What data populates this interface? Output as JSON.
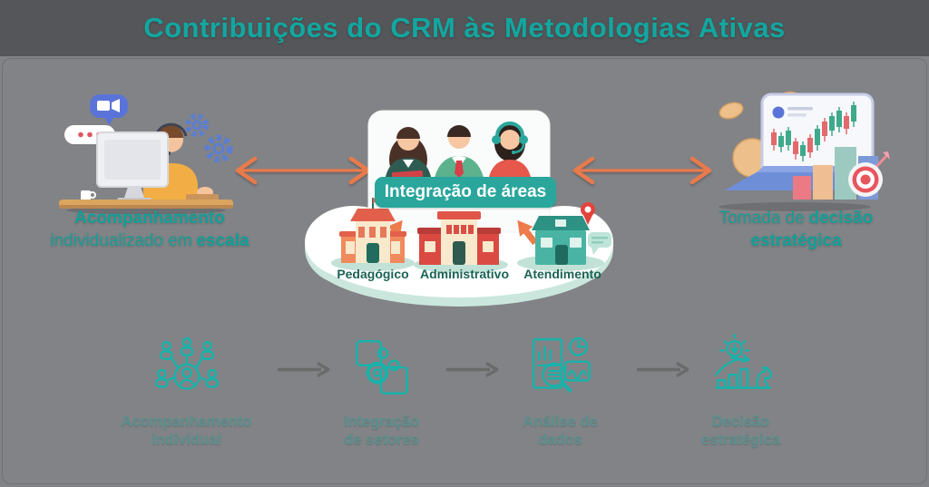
{
  "title": "Contribuições do CRM às Metodologias Ativas",
  "colors": {
    "header_bg": "#545659",
    "body_bg": "#828386",
    "accent_teal": "#12a7a0",
    "banner_teal": "#2aa69c",
    "building_label_teal": "#1b6356",
    "arrow_orange": "#e87a4b",
    "icon_teal": "#19b2aa",
    "step_arrow_gray": "#696b6b"
  },
  "flow": {
    "left": {
      "illustration": "support-agent-at-computer",
      "caption": {
        "line1_bold": "Acompanhamento",
        "line2_regular": "individualizado em",
        "line2_bold": "escala"
      }
    },
    "center": {
      "illustration": "team-and-school-buildings-cloud",
      "banner": "Integração de áreas",
      "buildings": [
        "Pedagógico",
        "Administrativo",
        "Atendimento"
      ]
    },
    "right": {
      "illustration": "laptop-analytics-charts-target",
      "caption": {
        "line1_regular": "Tomada de",
        "line1_bold": "decisão",
        "line2_bold": "estratégica"
      }
    }
  },
  "process": {
    "steps": [
      {
        "icon": "people-network-icon",
        "line1": "Acompanhamento",
        "line2": "individual"
      },
      {
        "icon": "puzzle-gear-icon",
        "line1": "Integração",
        "line2": "de setores"
      },
      {
        "icon": "data-analysis-icon",
        "line1": "Análise de",
        "line2": "dados"
      },
      {
        "icon": "strategy-icon",
        "line1": "Decisão",
        "line2": "estratégica"
      }
    ]
  }
}
